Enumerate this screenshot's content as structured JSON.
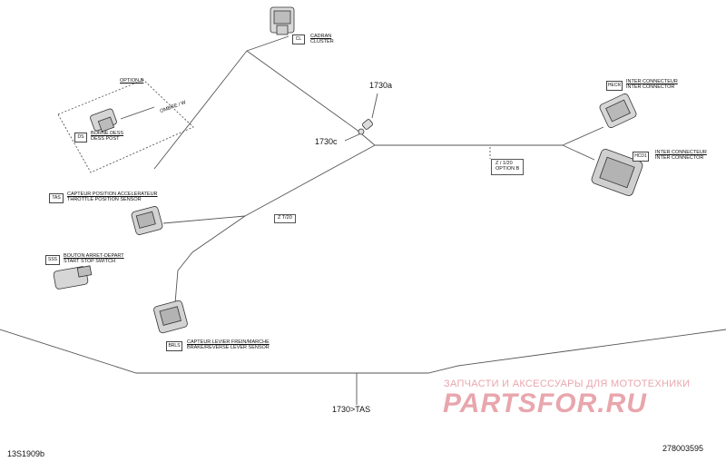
{
  "colors": {
    "line": "#555555",
    "watermark": "#e8a6ad"
  },
  "callouts": {
    "c1730a": "1730a",
    "c1730c": "1730c",
    "main": "1730>TAS"
  },
  "footer": {
    "left_code": "13S1909b",
    "right_code": "278003595"
  },
  "watermark": {
    "title": "ЗАПЧАСТИ И АКСЕССУАРЫ ДЛЯ МОТОТЕХНИКИ",
    "logo": "PARTSFOR.RU"
  },
  "options": {
    "option_b_top": "OPTION B",
    "option_b_right": "OPTION B"
  },
  "components": {
    "cluster": {
      "code": "CL",
      "label_fr": "CADRAN",
      "label_en": "CLUSTER"
    },
    "diag_post": {
      "code": "DS",
      "label_fr": "BORNE DESS",
      "label_en": "DESS POST",
      "inner": "OMBRE / W"
    },
    "inter_upper": {
      "code": "HECR",
      "label_fr": "INTER CONNECTEUR",
      "label_en": "INTER CONNECTOR"
    },
    "inter_lower": {
      "code": "HCD1",
      "label_fr": "INTER CONNECTEUR",
      "label_en": "INTER CONNECTOR"
    },
    "throttle": {
      "code": "TAS",
      "label_fr": "CAPTEUR POSITION ACCELERATEUR",
      "label_en": "THROTTLE POSITION SENSOR"
    },
    "start_stop": {
      "code": "SSS",
      "label_fr": "BOUTON ARRET-DEPART",
      "label_en": "START STOP SWITCH"
    },
    "brake_lever": {
      "code": "BRLS",
      "label_fr": "CAPTEUR LEVIER FREIN/MARCHE",
      "label_en": "BRAKE/REVERSE LEVER SENSOR"
    }
  },
  "tags": {
    "wire_tag_left": "Z T/20",
    "wire_tag_right": "Z / 1/20"
  }
}
